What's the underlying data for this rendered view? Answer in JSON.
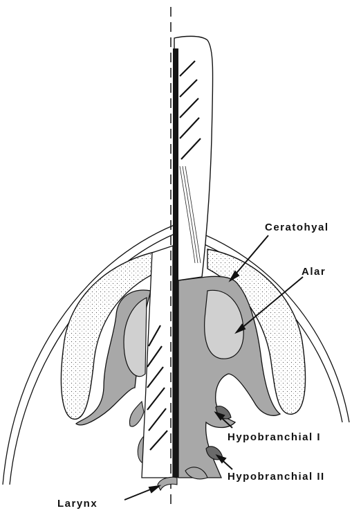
{
  "labels": {
    "ceratohyal": "Ceratohyal",
    "alar": "Alar",
    "hypobranchial_1": "Hypobranchial I",
    "hypobranchial_2": "Hypobranchial II",
    "larynx": "Larynx"
  },
  "colors": {
    "ink": "#111111",
    "cartilage_fill": "#a8a8a8",
    "plate_fill": "#d0d0d0",
    "background": "#ffffff"
  }
}
